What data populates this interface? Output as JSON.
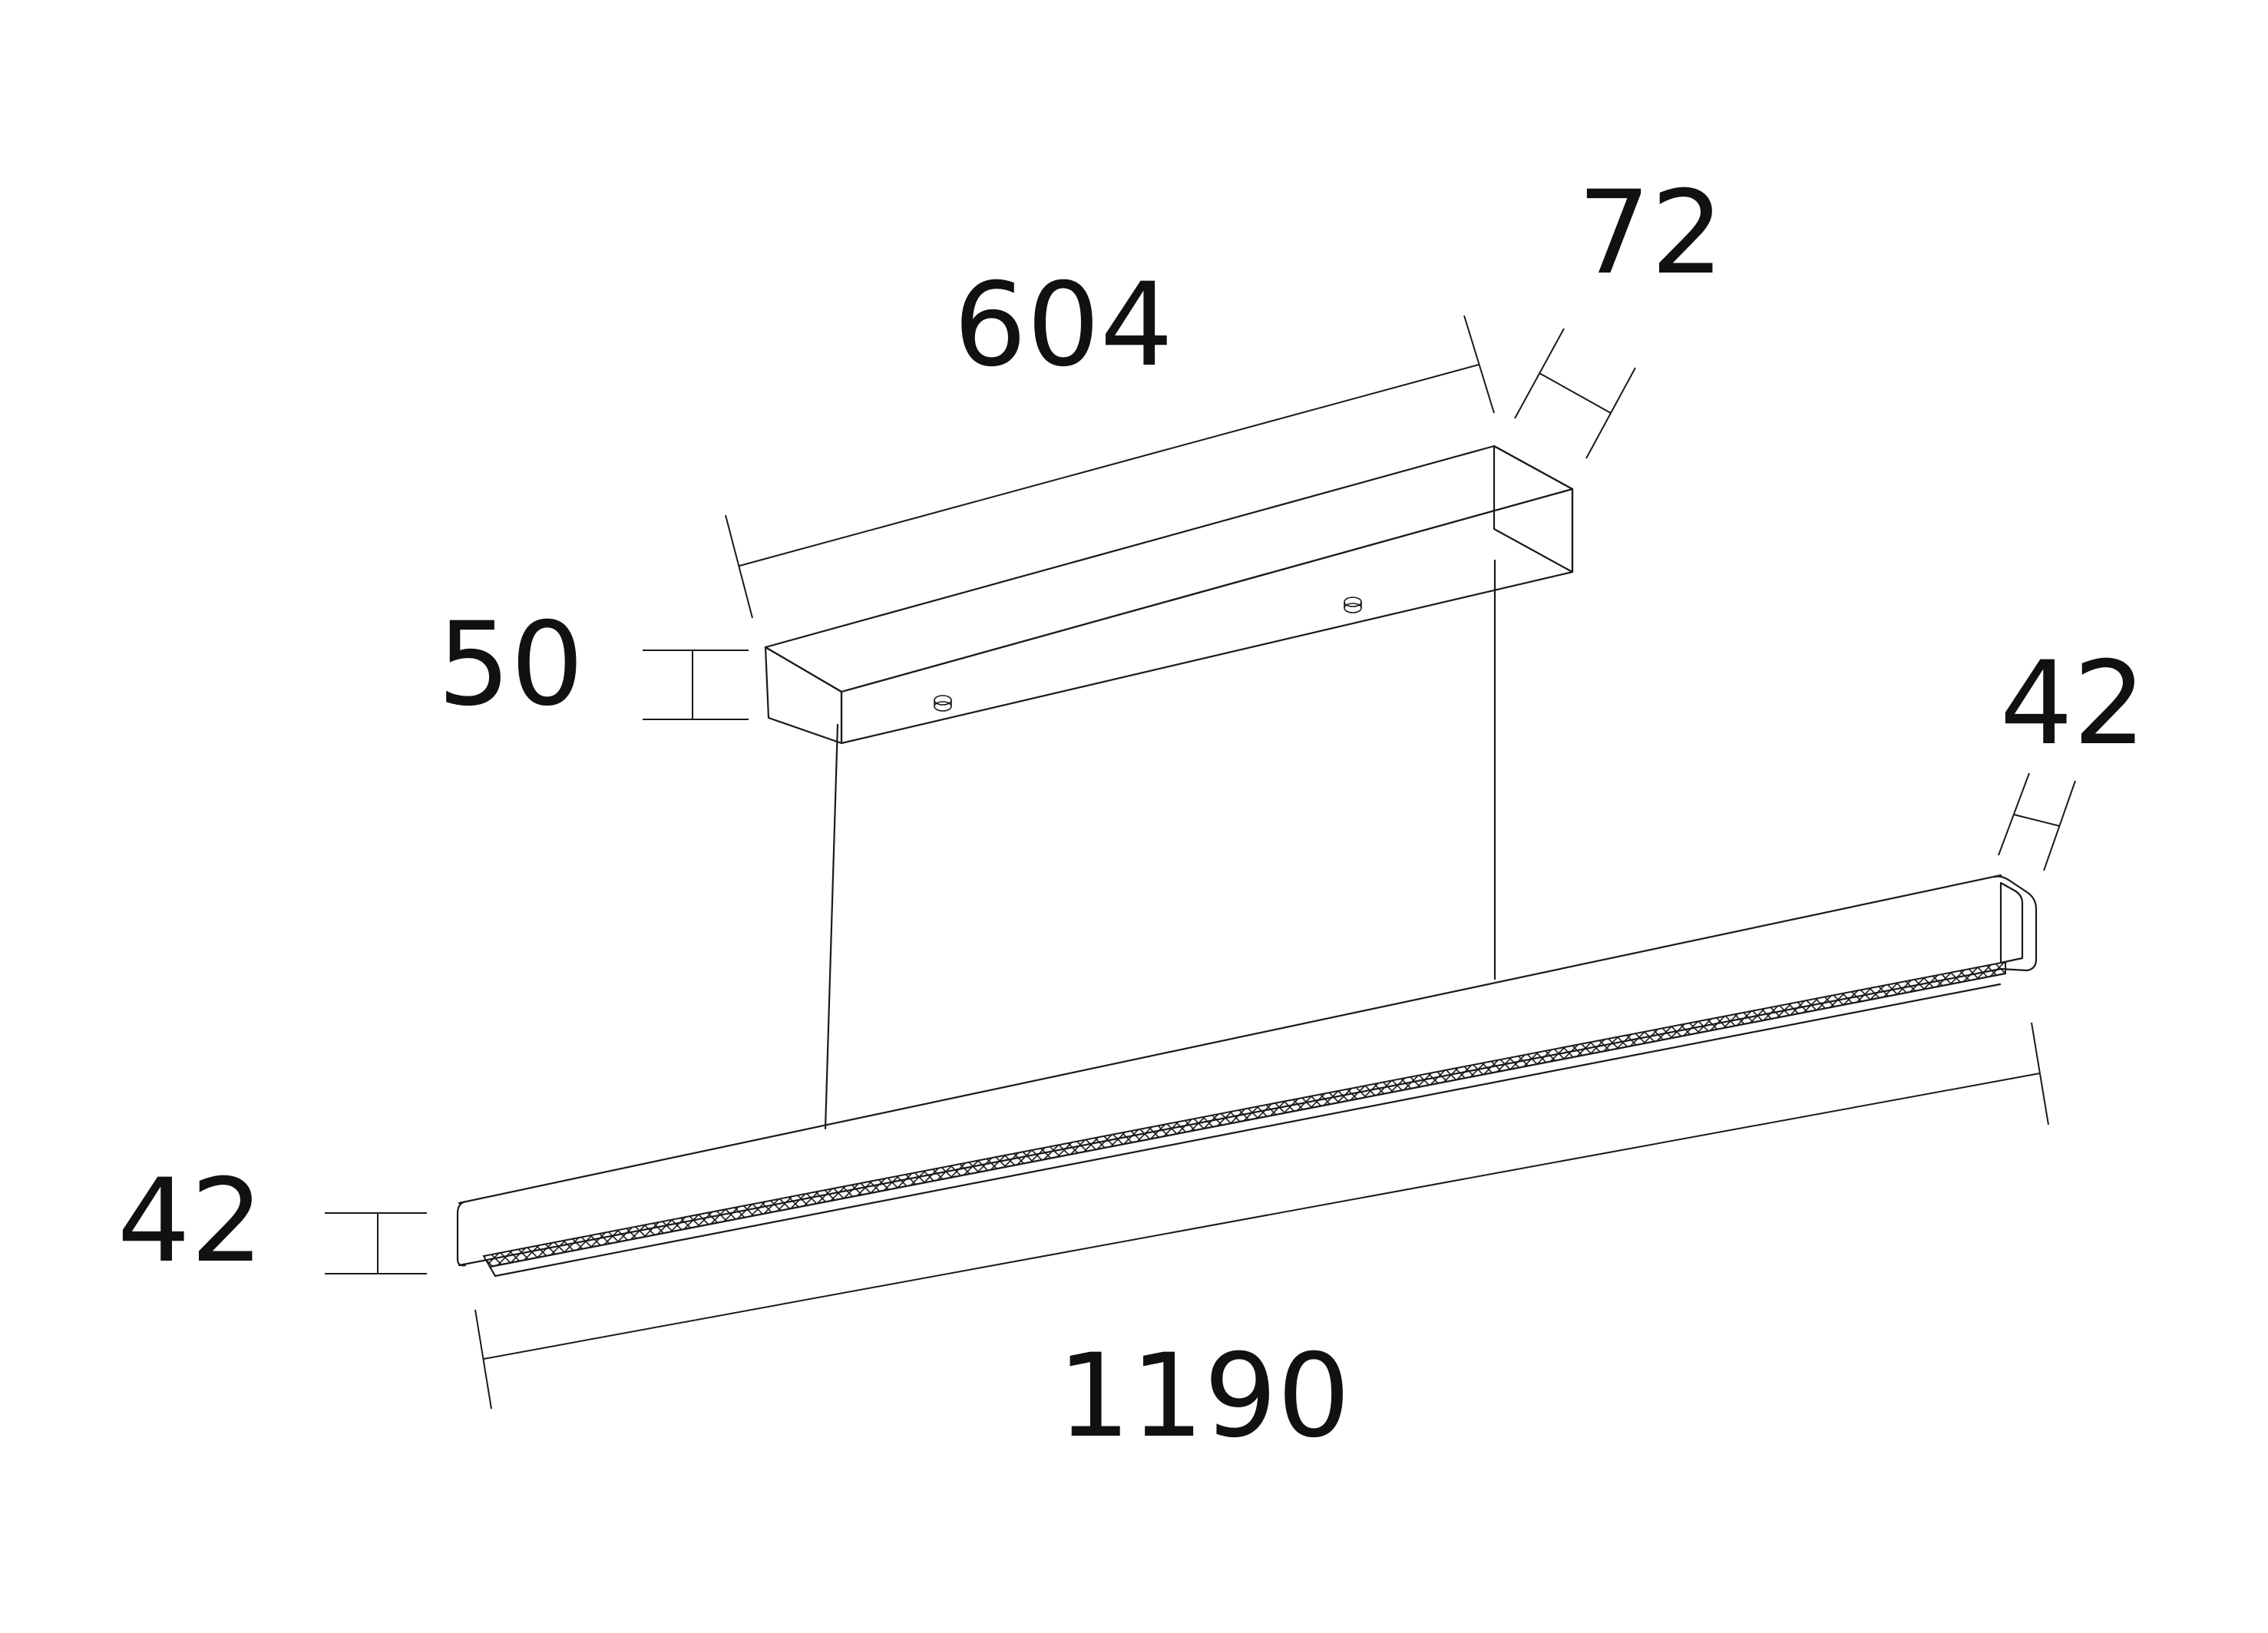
{
  "dimensions": {
    "canopy_length": "604",
    "canopy_depth": "72",
    "canopy_height": "50",
    "fixture_depth": "42",
    "fixture_height": "42",
    "fixture_length": "1190"
  },
  "colors": {
    "line": "#1a1a1a",
    "background": "#ffffff"
  }
}
